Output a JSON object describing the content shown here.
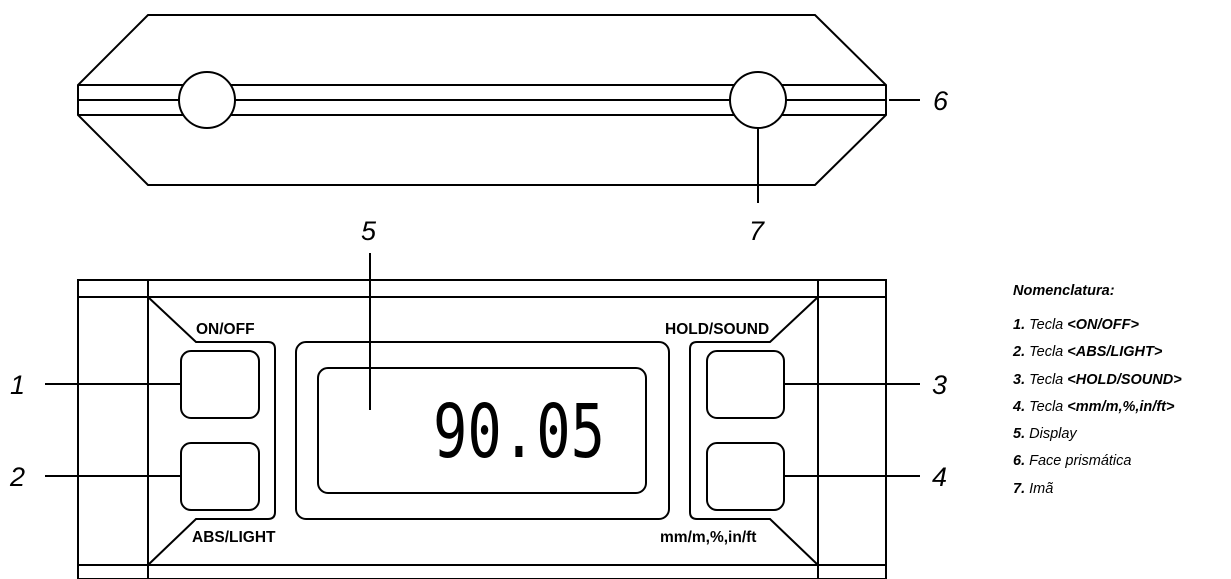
{
  "callouts": {
    "one": "1",
    "two": "2",
    "three": "3",
    "four": "4",
    "five": "5",
    "six": "6",
    "seven": "7"
  },
  "buttons": {
    "on_off": "ON/OFF",
    "abs_light": "ABS/LIGHT",
    "hold_sound": "HOLD/SOUND",
    "units": "mm/m,%,in/ft"
  },
  "display": {
    "value": "90.05"
  },
  "legend": {
    "title": "Nomenclatura:",
    "items": [
      {
        "num": "1.",
        "text": "Tecla ",
        "key": "<ON/OFF>"
      },
      {
        "num": "2.",
        "text": "Tecla ",
        "key": "<ABS/LIGHT>"
      },
      {
        "num": "3.",
        "text": "Tecla ",
        "key": "<HOLD/SOUND>"
      },
      {
        "num": "4.",
        "text": "Tecla ",
        "key": "<mm/m,%,in/ft>"
      },
      {
        "num": "5.",
        "text": "Display",
        "key": ""
      },
      {
        "num": "6.",
        "text": "Face prismática",
        "key": ""
      },
      {
        "num": "7.",
        "text": "Imã",
        "key": ""
      }
    ]
  }
}
